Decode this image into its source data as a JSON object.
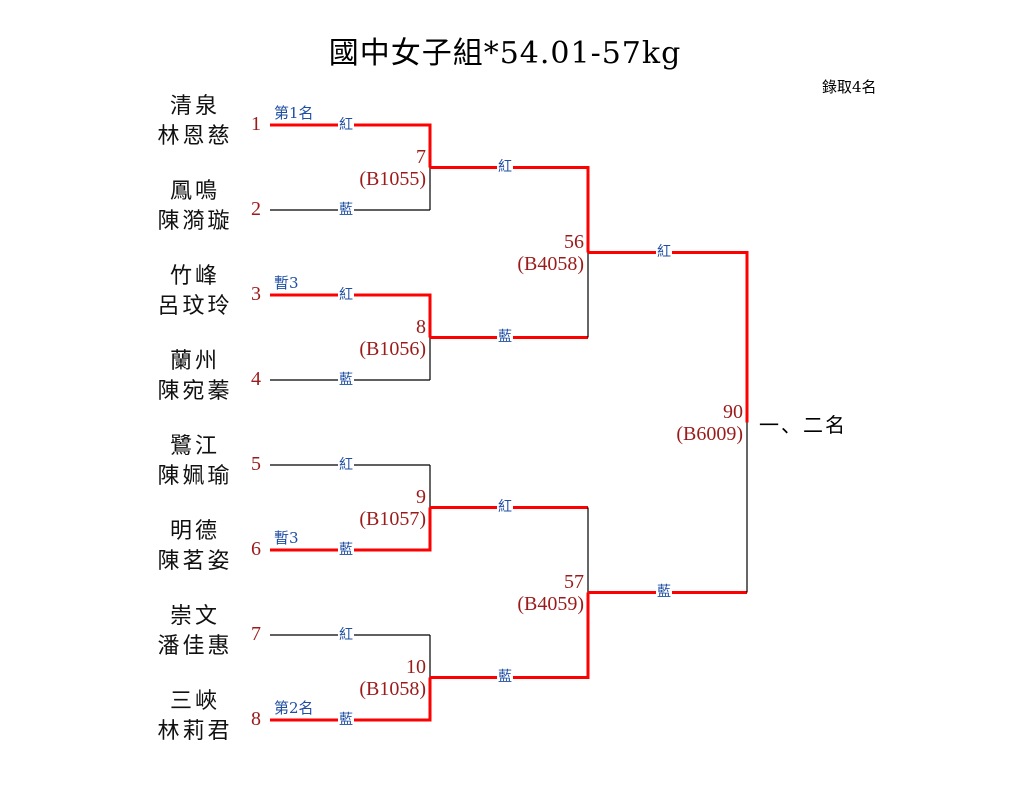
{
  "title": "國中女子組*54.01-57kg",
  "quota": "錄取4名",
  "colors": {
    "winner_line": "#ff0000",
    "loser_line": "#000000",
    "seed": "#9b1b1b",
    "corner": "#1f4ea3"
  },
  "corners": {
    "red": "紅",
    "blue": "藍"
  },
  "entrants": [
    {
      "seed": "1",
      "school": "清泉",
      "name": "林恩慈",
      "rank_tag": "第1名"
    },
    {
      "seed": "2",
      "school": "鳳鳴",
      "name": "陳漪璇",
      "rank_tag": ""
    },
    {
      "seed": "3",
      "school": "竹峰",
      "name": "呂玟玲",
      "rank_tag": "暫3"
    },
    {
      "seed": "4",
      "school": "蘭州",
      "name": "陳宛蓁",
      "rank_tag": ""
    },
    {
      "seed": "5",
      "school": "鷺江",
      "name": "陳姵瑜",
      "rank_tag": ""
    },
    {
      "seed": "6",
      "school": "明德",
      "name": "陳茗姿",
      "rank_tag": "暫3"
    },
    {
      "seed": "7",
      "school": "崇文",
      "name": "潘佳惠",
      "rank_tag": ""
    },
    {
      "seed": "8",
      "school": "三峽",
      "name": "林莉君",
      "rank_tag": "第2名"
    }
  ],
  "bouts": [
    {
      "number": "7",
      "code": "(B1055)",
      "winner": "red"
    },
    {
      "number": "8",
      "code": "(B1056)",
      "winner": "red"
    },
    {
      "number": "9",
      "code": "(B1057)",
      "winner": "blue"
    },
    {
      "number": "10",
      "code": "(B1058)",
      "winner": "blue"
    },
    {
      "number": "56",
      "code": "(B4058)",
      "winner": "red"
    },
    {
      "number": "57",
      "code": "(B4059)",
      "winner": "blue"
    },
    {
      "number": "90",
      "code": "(B6009)",
      "winner": "red"
    }
  ],
  "final_label": "一、二名"
}
